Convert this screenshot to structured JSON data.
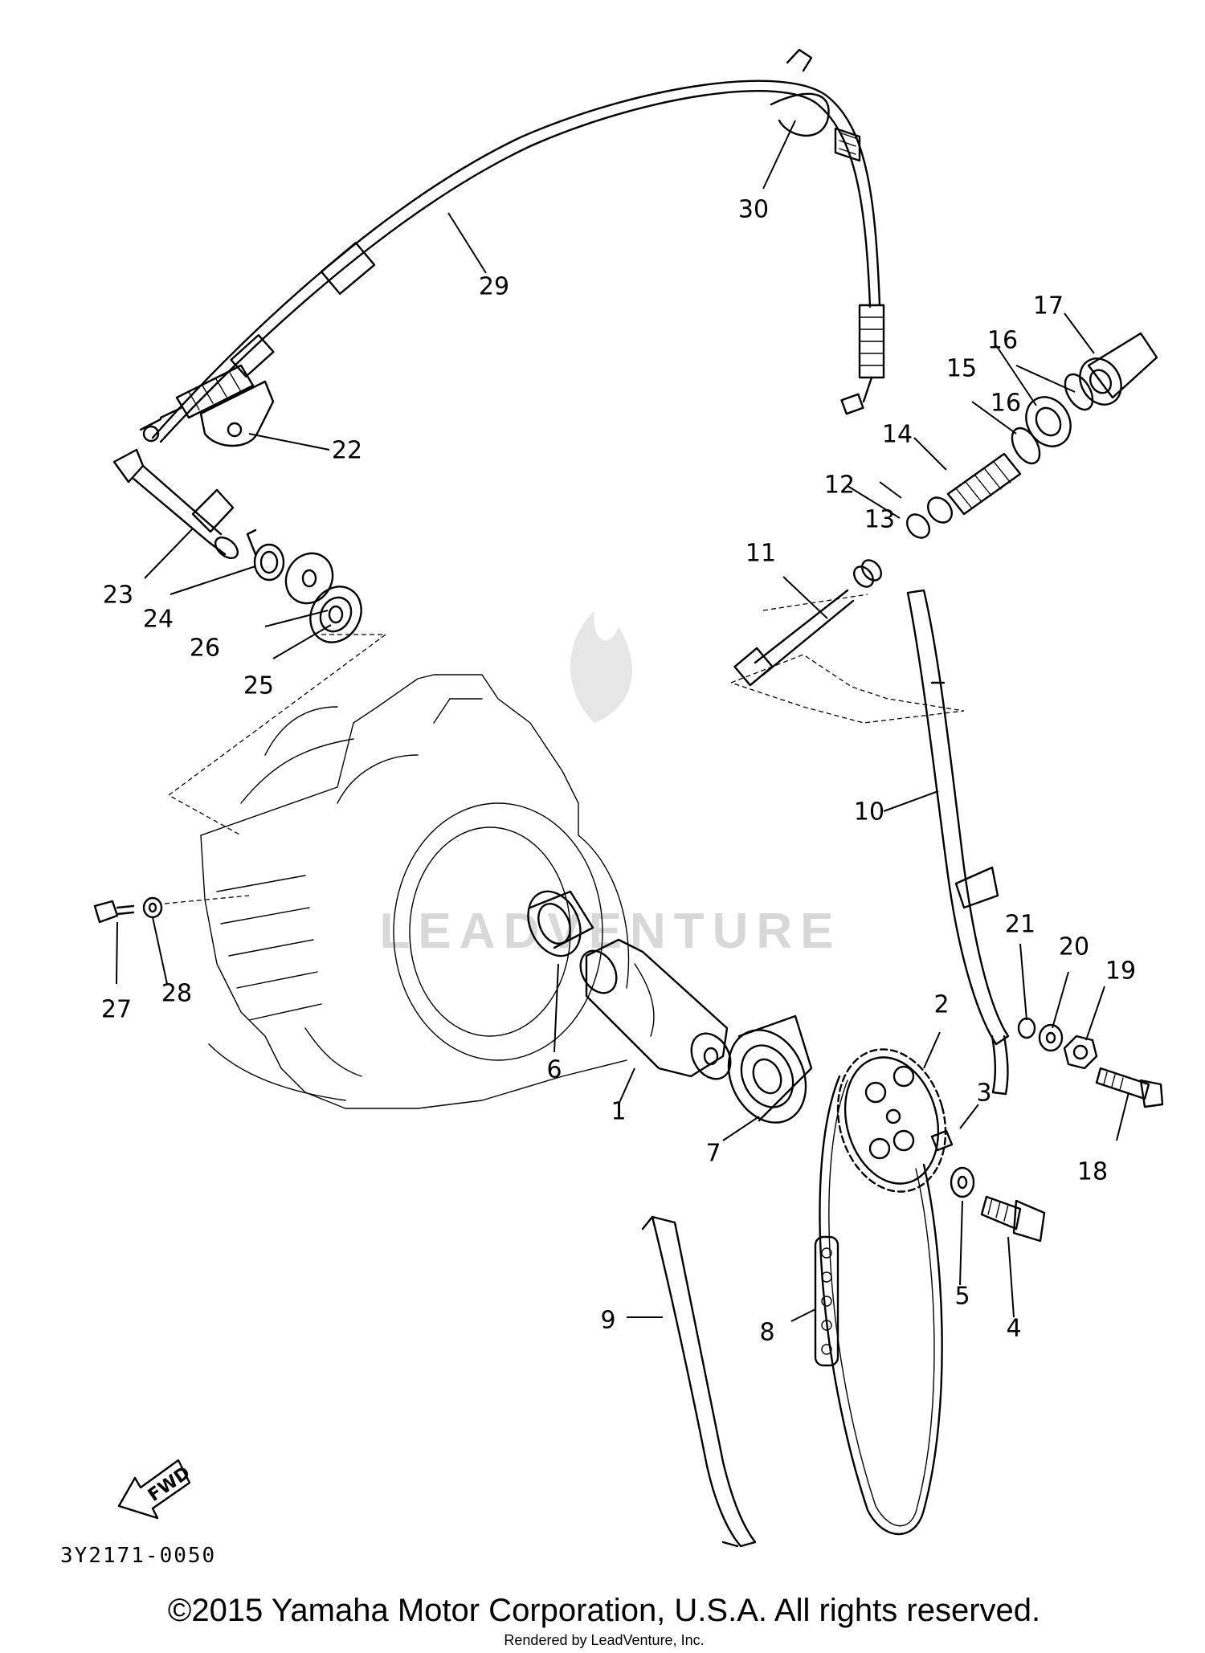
{
  "diagram": {
    "drawing_code": "3Y2171-0050",
    "forward_marker": "FWD",
    "watermark": "LEADVENTURE",
    "copyright": "©2015 Yamaha Motor Corporation, U.S.A. All rights reserved.",
    "rendered_by": "Rendered by LeadVenture, Inc.",
    "callouts": [
      "1",
      "2",
      "3",
      "4",
      "5",
      "6",
      "7",
      "8",
      "9",
      "10",
      "11",
      "12",
      "13",
      "14",
      "15",
      "16",
      "16",
      "17",
      "18",
      "19",
      "20",
      "21",
      "22",
      "23",
      "24",
      "25",
      "26",
      "27",
      "28",
      "29",
      "30"
    ]
  }
}
